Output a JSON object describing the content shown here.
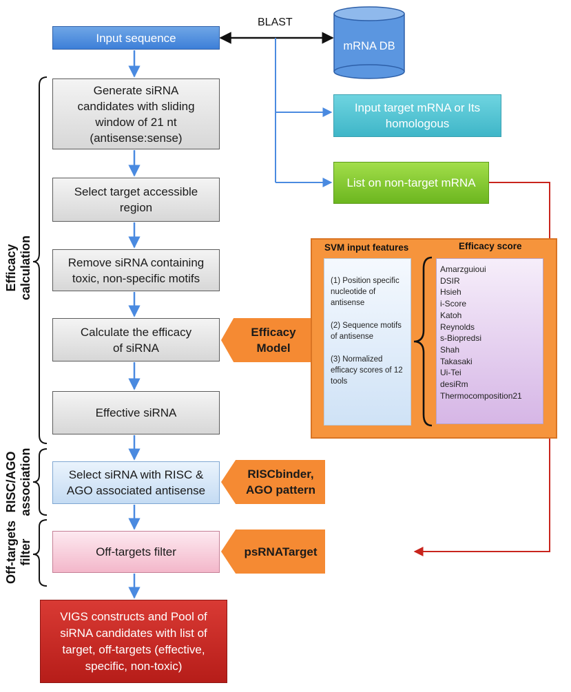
{
  "colors": {
    "flow_arrow": "#4a8ae0",
    "offtarget_line": "#c8241c",
    "blast_arrow": "#111111",
    "panel_orange": "#f6943c",
    "model_orange": "#f58a33"
  },
  "blast_label": "BLAST",
  "database": {
    "label": "mRNA DB"
  },
  "input": {
    "label": "Input sequence"
  },
  "steps": {
    "generate": "Generate siRNA candidates with sliding window of 21 nt (antisense:sense)",
    "accessible": "Select target accessible region",
    "remove_toxic": "Remove siRNA containing toxic, non-specific motifs",
    "calc_efficacy": "Calculate the efficacy of siRNA",
    "effective": "Effective siRNA",
    "risc_ago": "Select siRNA with RISC & AGO associated antisense",
    "offtarget": "Off-targets filter",
    "output": "VIGS constructs and Pool of siRNA candidates with list of  target, off-targets (effective, specific, non-toxic)"
  },
  "blast_results": {
    "target": "Input target mRNA or Its homologous",
    "nontarget": "List on non-target mRNA"
  },
  "models": {
    "efficacy": "Efficacy Model",
    "risc": "RISCbinder, AGO pattern",
    "psrna": "psRNATarget"
  },
  "sections": {
    "efficacy": "Efficacy calculation",
    "risc": "RISC/AGO association",
    "offtarget": "Off-targets filter"
  },
  "svm_panel": {
    "features_title": "SVM input features",
    "features": [
      "(1) Position specific nucleotide of antisense",
      "(2) Sequence motifs of antisense",
      "(3) Normalized efficacy scores of 12 tools"
    ],
    "scores_title": "Efficacy score",
    "scores": [
      "Amarzguioui",
      "DSIR",
      "Hsieh",
      "i-Score",
      "Katoh",
      "Reynolds",
      "s-Biopredsi",
      "Shah",
      "Takasaki",
      "Ui-Tei",
      "desiRm",
      "Thermocomposition21"
    ]
  }
}
